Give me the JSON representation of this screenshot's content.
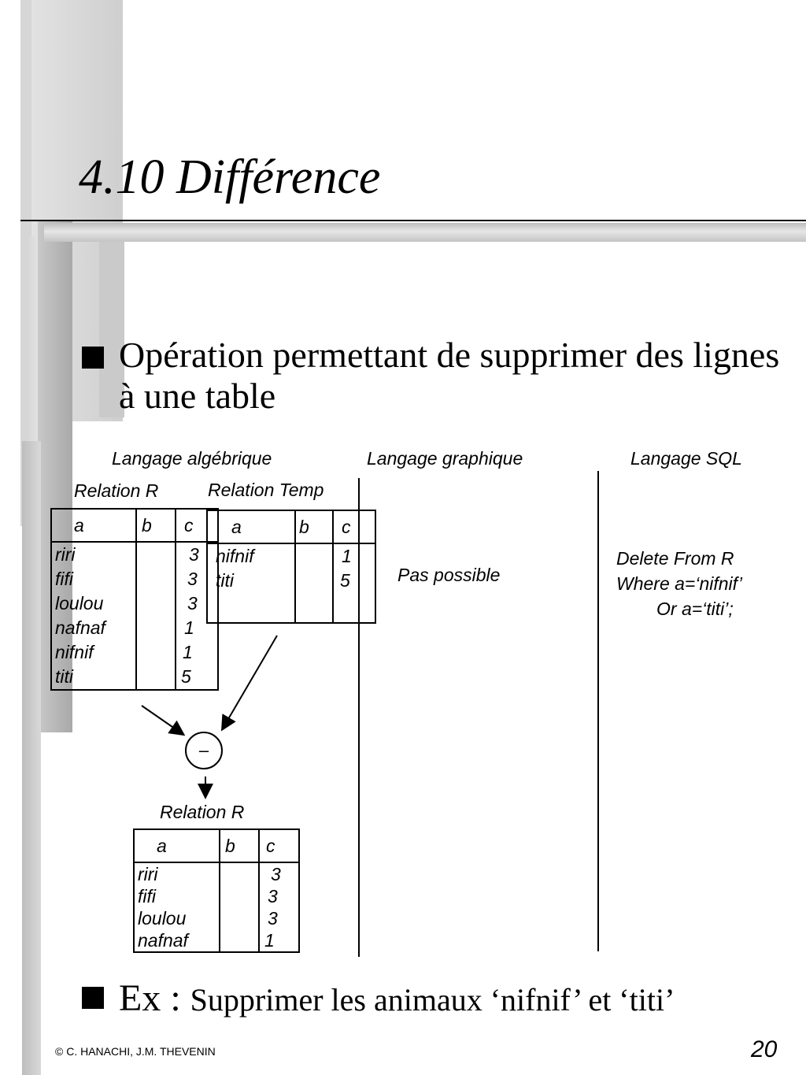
{
  "slide": {
    "title": "4.10 Différence",
    "bullet1": "Opération permettant de supprimer des lignes à une table",
    "bullet2_prefix": "Ex : ",
    "bullet2_text": "Supprimer les animaux ‘nifnif’ et ‘titi’",
    "footer": "© C. HANACHI, J.M. THEVENIN",
    "page_number": "20"
  },
  "columns": {
    "algebraic": "Langage algébrique",
    "graphical": "Langage graphique",
    "sql": "Langage SQL"
  },
  "relation_r": {
    "label": "Relation R",
    "headers": [
      "a",
      "b",
      "c"
    ],
    "rows": [
      [
        "riri",
        "",
        "3"
      ],
      [
        "fifi",
        "",
        "3"
      ],
      [
        "loulou",
        "",
        "3"
      ],
      [
        "nafnaf",
        "",
        "1"
      ],
      [
        "nifnif",
        "",
        "1"
      ],
      [
        "titi",
        "",
        "5"
      ]
    ]
  },
  "relation_temp": {
    "label": "Relation Temp",
    "headers": [
      "a",
      "b",
      "c"
    ],
    "rows": [
      [
        "nifnif",
        "",
        "1"
      ],
      [
        "titi",
        "",
        "5"
      ]
    ]
  },
  "operator_symbol": "–",
  "result": {
    "label": "Relation R",
    "headers": [
      "a",
      "b",
      "c"
    ],
    "rows": [
      [
        "riri",
        "",
        "3"
      ],
      [
        "fifi",
        "",
        "3"
      ],
      [
        "loulou",
        "",
        "3"
      ],
      [
        "nafnaf",
        "",
        "1"
      ]
    ]
  },
  "graphical_text": "Pas possible",
  "sql_lines": [
    "Delete From R",
    "Where a=‘nifnif’",
    "Or a=‘titi’;"
  ]
}
